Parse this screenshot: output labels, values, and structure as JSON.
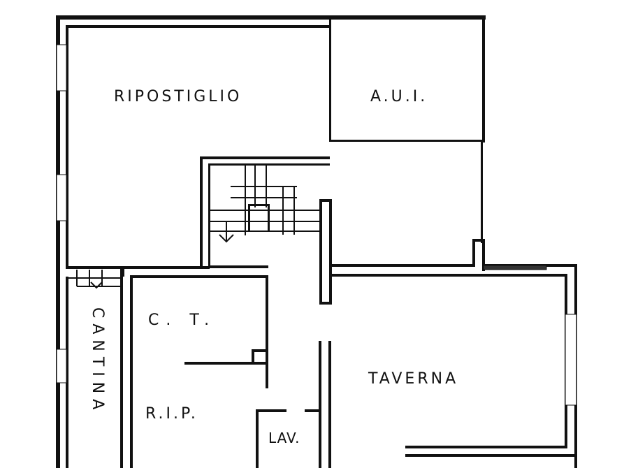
{
  "plan": {
    "rooms": {
      "ripostiglio": "RIPOSTIGLIO",
      "aui": "A.U.I.",
      "cantina": "CANTINA",
      "ct": "C. T.",
      "rip": "R.I.P.",
      "lav": "LAV.",
      "taverna": "TAVERNA"
    },
    "colors": {
      "wall": "#111111",
      "paper": "#ffffff"
    }
  }
}
